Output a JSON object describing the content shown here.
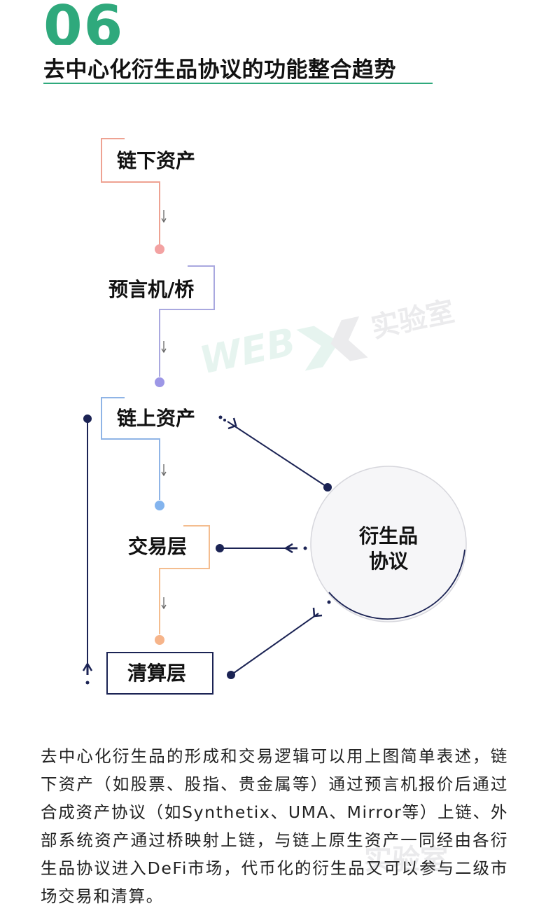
{
  "header": {
    "section_number": "06",
    "title": "去中心化衍生品协议的功能整合趋势"
  },
  "diagram": {
    "nodes": [
      {
        "label": "链下资产"
      },
      {
        "label": "预言机/桥"
      },
      {
        "label": "链上资产"
      },
      {
        "label": "交易层"
      },
      {
        "label": "清算层"
      }
    ],
    "hub": {
      "line1": "衍生品",
      "line2": "协议"
    }
  },
  "watermark": {
    "logo_text": "WEB",
    "cn_text": "实验室"
  },
  "body": {
    "paragraph": "去中心化衍生品的形成和交易逻辑可以用上图简单表述，链下资产（如股票、股指、贵金属等）通过预言机报价后通过合成资产协议（如Synthetix、UMA、Mirror等）上链、外部系统资产通过桥映射上链，与链上原生资产一同经由各衍生品协议进入DeFi市场，代币化的衍生品又可以参与二级市场交易和清算。"
  },
  "colors": {
    "accent_green": "#2fa97c",
    "navy": "#1b2354",
    "salmon": "#eea292",
    "lavender": "#a9a8df",
    "sky": "#8fb4e6",
    "peach": "#f4bd8f",
    "dot_pink": "#f3a2a2",
    "dot_purple": "#9d97e6",
    "dot_blue": "#83b4ee",
    "dot_orange": "#f6b48a"
  },
  "icons": {
    "flow_arrow": "small-down-arrow-icon",
    "hub_arrow": "dotted-arrow-icon",
    "watermark_mark": "double-chevron-logo-icon"
  }
}
